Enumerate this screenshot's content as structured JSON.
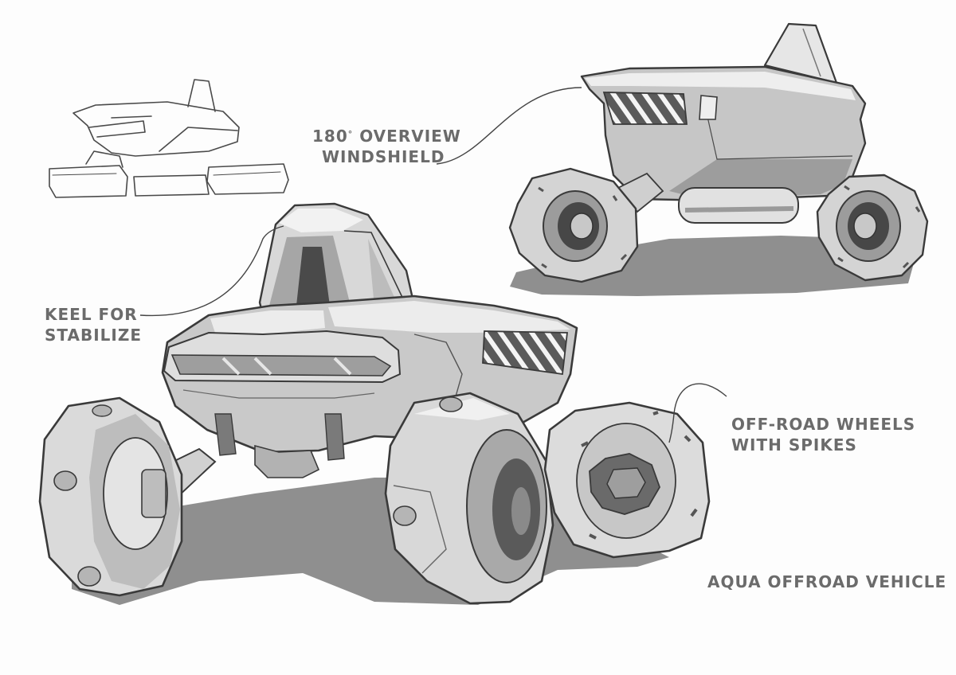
{
  "annotations": {
    "windshield": {
      "line1_prefix": "180",
      "degree": "°",
      "line1_rest": " OVERVIEW",
      "line2": "WINDSHIELD"
    },
    "keel": {
      "line1": "KEEL FOR",
      "line2": "STABILIZE"
    },
    "wheels": {
      "line1": "OFF-ROAD WHEELS",
      "line2": "WITH SPIKES"
    },
    "title": "AQUA OFFROAD VEHICLE"
  },
  "palette": {
    "ink": "#3a3a3a",
    "shadow": "#8f8f8f",
    "mid": "#b9b9b9",
    "light": "#dedede",
    "highlight": "#f2f2f2",
    "dark": "#555555",
    "text": "#6b6b6b"
  }
}
